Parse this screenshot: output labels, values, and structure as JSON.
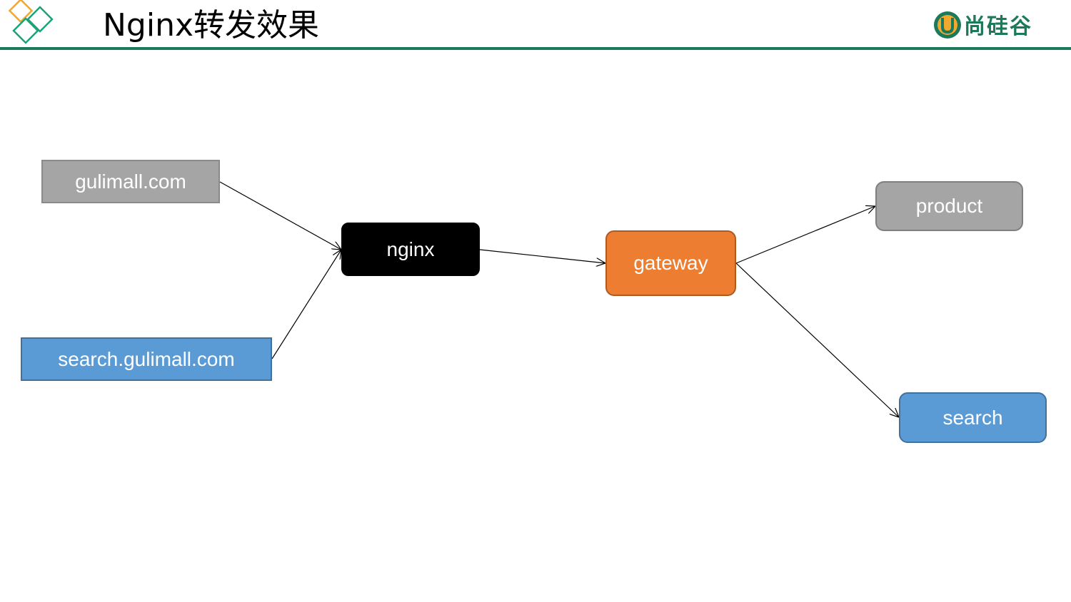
{
  "header": {
    "title": "Nginx转发效果",
    "brand_name": "尚硅谷",
    "brand_mark_letter": "U"
  },
  "colors": {
    "header_rule": "#1c7a5a",
    "brand_green": "#1c7a5a",
    "brand_orange": "#f0a830",
    "logo_orange": "#f0a830",
    "logo_green": "#1aa37a",
    "gray_node": "#a5a5a5",
    "blue_node": "#5b9bd5",
    "black_node": "#000000",
    "orange_node": "#ed7d31"
  },
  "diagram": {
    "nodes": {
      "gulimall": "gulimall.com",
      "search_domain": "search.gulimall.com",
      "nginx": "nginx",
      "gateway": "gateway",
      "product": "product",
      "search": "search"
    },
    "edges": [
      [
        "gulimall.com",
        "nginx"
      ],
      [
        "search.gulimall.com",
        "nginx"
      ],
      [
        "nginx",
        "gateway"
      ],
      [
        "gateway",
        "product"
      ],
      [
        "gateway",
        "search"
      ]
    ]
  }
}
